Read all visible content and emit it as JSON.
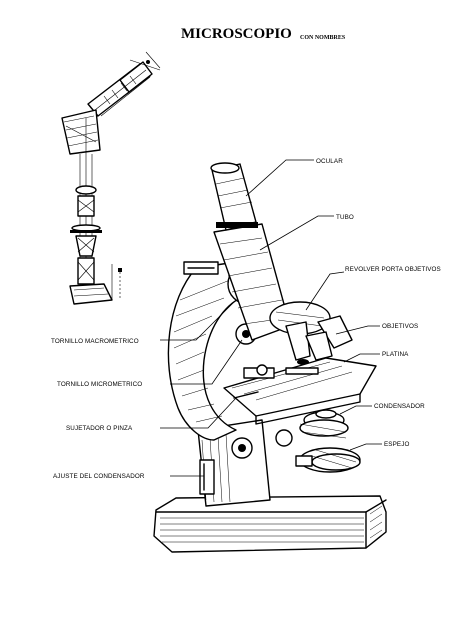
{
  "title": {
    "main": "MICROSCOPIO",
    "sub": "CON NOMBRES"
  },
  "labels": {
    "ocular": "OCULAR",
    "tubo": "TUBO",
    "revolver": "REVOLVER PORTA OBJETIVOS",
    "objetivos": "OBJETIVOS",
    "platina": "PLATINA",
    "condensador": "CONDENSADOR",
    "espejo": "ESPEJO",
    "tornillo_macro": "TORNILLO MACROMETRICO",
    "tornillo_micro": "TORNILLO MICROMETRICO",
    "sujetador": "SUJETADOR O PINZA",
    "ajuste": "AJUSTE DEL CONDENSADOR"
  }
}
